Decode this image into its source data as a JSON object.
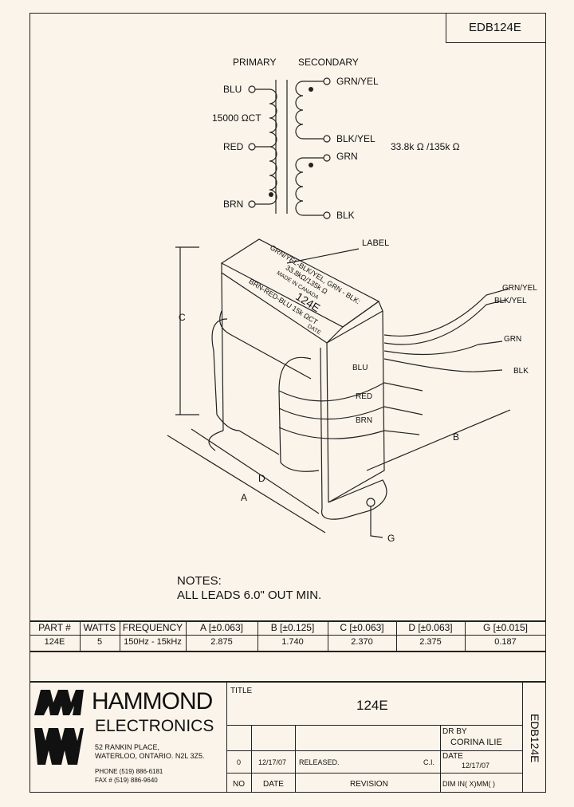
{
  "doc_number": "EDB124E",
  "schematic": {
    "primary_title": "PRIMARY",
    "secondary_title": "SECONDARY",
    "primary_leads": [
      "BLU",
      "RED",
      "BRN"
    ],
    "primary_impedance": "15000 ΩCT",
    "secondary_leads": [
      "GRN/YEL",
      "BLK/YEL",
      "GRN",
      "BLK"
    ],
    "secondary_impedance": "33.8k Ω /135k Ω"
  },
  "drawing": {
    "label_callout": "LABEL",
    "label_lines": [
      "GRN/YEL-BLK/YEL, GRN - BLK:",
      "33.8kΩ/135k Ω",
      "MADE IN CANADA",
      "124E",
      "BRN-RED-BLU 15k ΩCT",
      "DATE"
    ],
    "lead_labels": [
      "GRN/YEL",
      "BLK/YEL",
      "GRN",
      "BLK",
      "BLU",
      "RED",
      "BRN"
    ],
    "dimension_labels": [
      "C",
      "B",
      "D",
      "A",
      "G"
    ]
  },
  "notes": {
    "title": "NOTES:",
    "line1": "ALL LEADS 6.0\" OUT MIN."
  },
  "spec_table": {
    "headers": [
      "PART #",
      "WATTS",
      "FREQUENCY",
      "A [±0.063]",
      "B [±0.125]",
      "C [±0.063]",
      "D [±0.063]",
      "G [±0.015]"
    ],
    "row": [
      "124E",
      "5",
      "150Hz - 15kHz",
      "2.875",
      "1.740",
      "2.370",
      "2.375",
      "0.187"
    ]
  },
  "title_block": {
    "company_line1": "HAMMOND",
    "company_line2": "ELECTRONICS",
    "address1": "52 RANKIN PLACE,",
    "address2": "WATERLOO, ONTARIO. N2L 3Z5.",
    "phone": "PHONE (519) 886-6181",
    "fax": "FAX # (519) 886-9640",
    "title_label": "TITLE",
    "title_value": "124E",
    "dr_by_label": "DR BY",
    "dr_by_value": "CORINA ILIE",
    "date_label": "DATE",
    "date_value": "12/17/07",
    "dim_label": "DIM IN( X)MM( )",
    "revision_row": {
      "no": "0",
      "date": "12/17/07",
      "revision": "RELEASED.",
      "initials": "C.I."
    },
    "revision_headers": {
      "no": "NO",
      "date": "DATE",
      "revision": "REVISION"
    },
    "side_doc_number": "EDB124E"
  }
}
